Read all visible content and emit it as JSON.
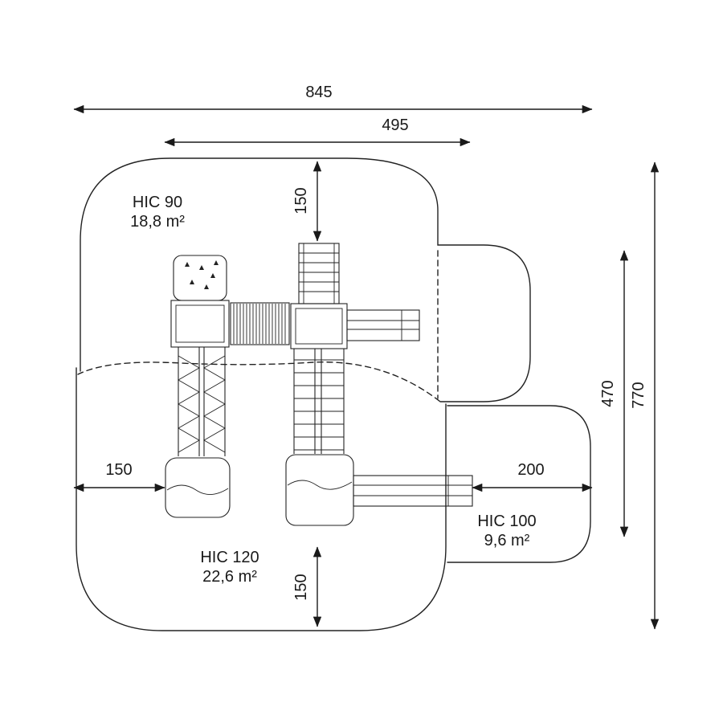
{
  "zones": {
    "hic90": {
      "label": "HIC 90",
      "area": "18,8 m²"
    },
    "hic120": {
      "label": "HIC 120",
      "area": "22,6 m²"
    },
    "hic100": {
      "label": "HIC 100",
      "area": "9,6 m²"
    }
  },
  "dimensions": {
    "total_width": "845",
    "inner_width": "495",
    "top_offset": "150",
    "total_height": "770",
    "inner_height": "470",
    "left_offset": "150",
    "right_offset": "200",
    "bottom_offset": "150"
  },
  "colors": {
    "line": "#1a1a1a",
    "background": "#ffffff"
  }
}
